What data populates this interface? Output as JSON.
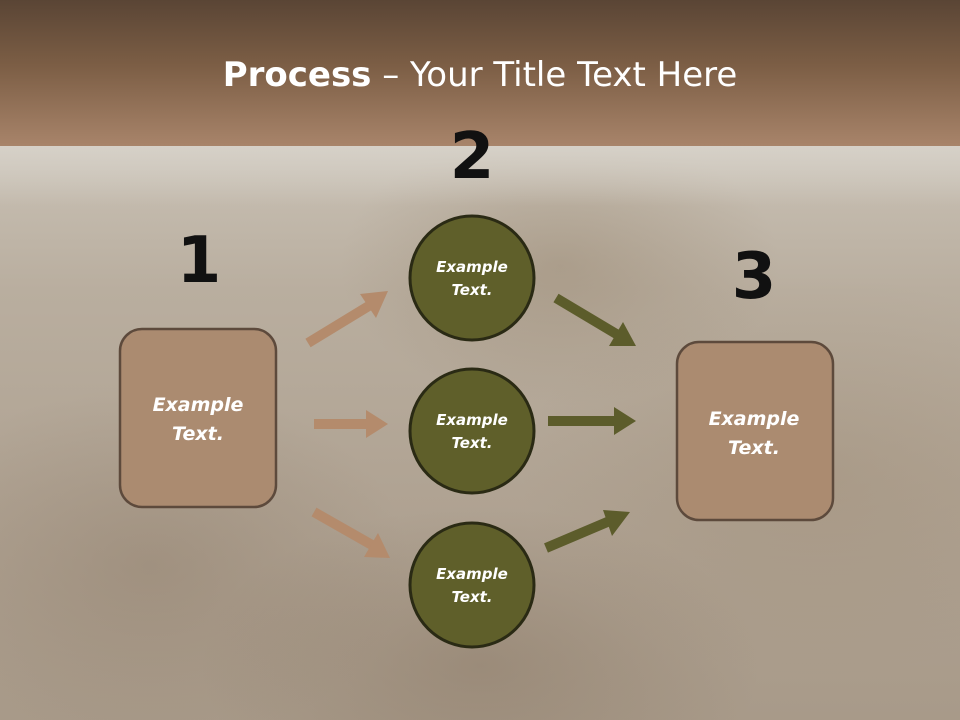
{
  "title": {
    "bold": "Process",
    "rest": " – Your Title Text Here"
  },
  "steps": [
    {
      "number": "1",
      "text_line1": "Example",
      "text_line2": "Text."
    },
    {
      "number": "2"
    },
    {
      "number": "3",
      "text_line1": "Example",
      "text_line2": "Text."
    }
  ],
  "circles": [
    {
      "text_line1": "Example",
      "text_line2": "Text."
    },
    {
      "text_line1": "Example",
      "text_line2": "Text."
    },
    {
      "text_line1": "Example",
      "text_line2": "Text."
    }
  ],
  "colors": {
    "box_fill": "#ab8b70",
    "box_stroke": "#5d4a3c",
    "circle_fill": "#5f5f2a",
    "circle_stroke": "#2a2a14",
    "arrow_left": "#b48b6c",
    "arrow_right": "#5c5c2b"
  }
}
